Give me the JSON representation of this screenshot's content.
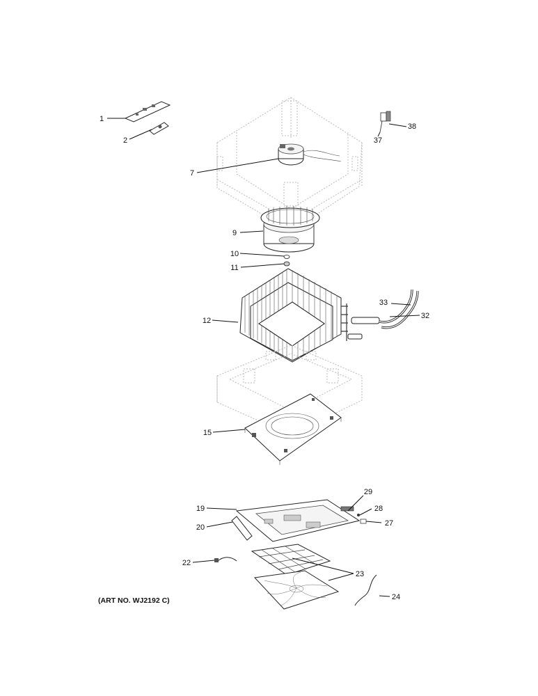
{
  "art_number": "(ART NO. WJ2192 C)",
  "callouts": [
    "1",
    "2",
    "7",
    "9",
    "10",
    "11",
    "12",
    "15",
    "19",
    "20",
    "22",
    "23",
    "24",
    "27",
    "28",
    "29",
    "32",
    "33",
    "37",
    "38"
  ]
}
